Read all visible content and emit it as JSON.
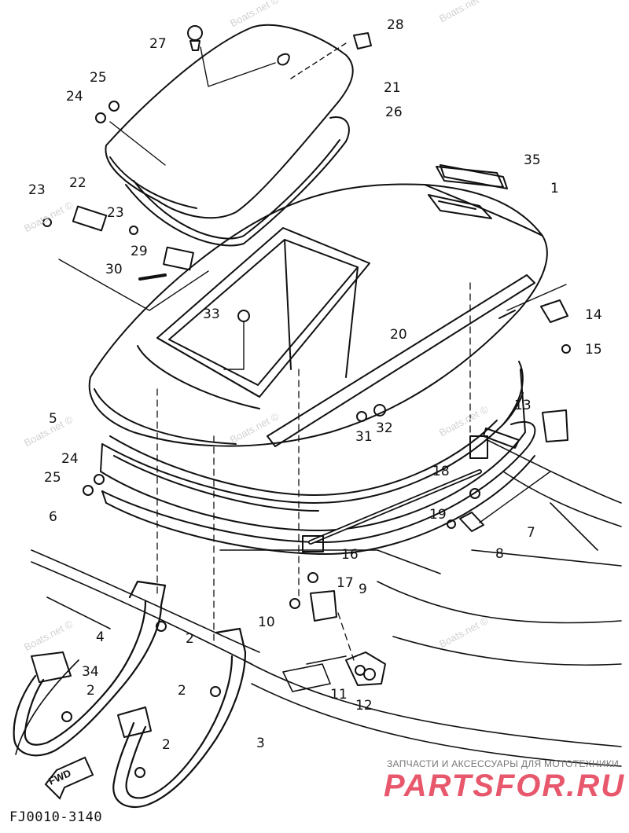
{
  "diagram": {
    "figure_code": "FJ0010-3140",
    "direction_label": "FWD",
    "watermark": "Boats.net ©",
    "watermark_lines": [
      "Boats.net",
      "©"
    ],
    "site_tagline": "ЗАПЧАСТИ И АКСЕССУАРЫ ДЛЯ МОТОТЕХНИКИ",
    "site_brand": "PARTSFOR.RU",
    "callouts": [
      {
        "id": "c27",
        "label": "27"
      },
      {
        "id": "c28",
        "label": "28"
      },
      {
        "id": "c25a",
        "label": "25"
      },
      {
        "id": "c24a",
        "label": "24"
      },
      {
        "id": "c21",
        "label": "21"
      },
      {
        "id": "c26",
        "label": "26"
      },
      {
        "id": "c35",
        "label": "35"
      },
      {
        "id": "c23a",
        "label": "23"
      },
      {
        "id": "c22",
        "label": "22"
      },
      {
        "id": "c23b",
        "label": "23"
      },
      {
        "id": "c1",
        "label": "1"
      },
      {
        "id": "c29",
        "label": "29"
      },
      {
        "id": "c30",
        "label": "30"
      },
      {
        "id": "c33",
        "label": "33"
      },
      {
        "id": "c14",
        "label": "14"
      },
      {
        "id": "c15",
        "label": "15"
      },
      {
        "id": "c20",
        "label": "20"
      },
      {
        "id": "c5",
        "label": "5"
      },
      {
        "id": "c13",
        "label": "13"
      },
      {
        "id": "c31",
        "label": "31"
      },
      {
        "id": "c32",
        "label": "32"
      },
      {
        "id": "c24b",
        "label": "24"
      },
      {
        "id": "c18",
        "label": "18"
      },
      {
        "id": "c25b",
        "label": "25"
      },
      {
        "id": "c6",
        "label": "6"
      },
      {
        "id": "c19",
        "label": "19"
      },
      {
        "id": "c7",
        "label": "7"
      },
      {
        "id": "c8",
        "label": "8"
      },
      {
        "id": "c16",
        "label": "16"
      },
      {
        "id": "c17",
        "label": "17"
      },
      {
        "id": "c9",
        "label": "9"
      },
      {
        "id": "c10",
        "label": "10"
      },
      {
        "id": "c4",
        "label": "4"
      },
      {
        "id": "c2a",
        "label": "2"
      },
      {
        "id": "c34",
        "label": "34"
      },
      {
        "id": "c2b",
        "label": "2"
      },
      {
        "id": "c2c",
        "label": "2"
      },
      {
        "id": "c11",
        "label": "11"
      },
      {
        "id": "c12",
        "label": "12"
      },
      {
        "id": "c3",
        "label": "3"
      },
      {
        "id": "c2d",
        "label": "2"
      }
    ]
  }
}
